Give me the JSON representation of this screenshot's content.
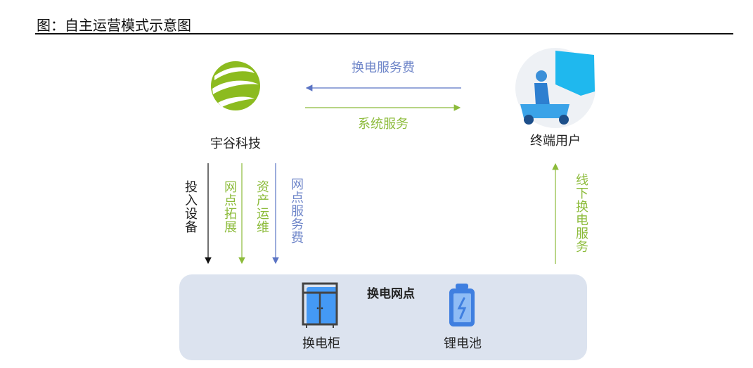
{
  "title": "图：自主运营模式示意图",
  "company": {
    "name": "宇谷科技"
  },
  "user": {
    "name": "终端用户"
  },
  "flows": {
    "fee": "换电服务费",
    "system": "系统服务",
    "invest": "投入设备",
    "expand": "网点拓展",
    "ops": "资产运维",
    "site_fee": "网点服务费",
    "offline": "线下换电服务"
  },
  "station": {
    "title": "换电网点",
    "cabinet": "换电柜",
    "battery": "锂电池"
  },
  "colors": {
    "blue": "#6f86c9",
    "green": "#8cbb3a",
    "box": "#dce3ef"
  }
}
